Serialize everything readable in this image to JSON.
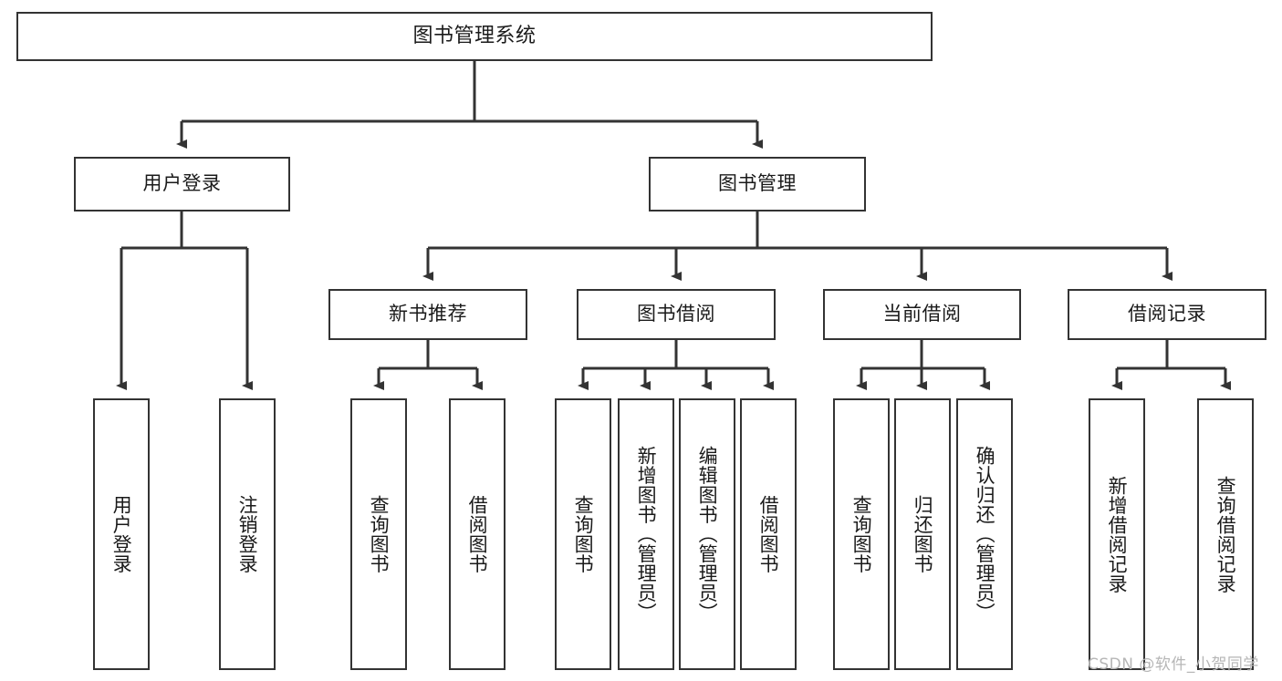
{
  "diagram": {
    "type": "tree",
    "title": "图书管理系统",
    "colors": {
      "stroke": "#333333",
      "fill": "#ffffff",
      "text": "#1a1a1a",
      "watermark": "#b6b6b6"
    },
    "nodes": {
      "root": {
        "label": "图书管理系统"
      },
      "level2": [
        {
          "id": "user-login",
          "label": "用户登录"
        },
        {
          "id": "book-manage",
          "label": "图书管理"
        }
      ],
      "level3": [
        {
          "id": "new-book-rec",
          "label": "新书推荐"
        },
        {
          "id": "book-borrow",
          "label": "图书借阅"
        },
        {
          "id": "current-borrow",
          "label": "当前借阅"
        },
        {
          "id": "borrow-record",
          "label": "借阅记录"
        }
      ],
      "leaves": [
        {
          "id": "leaf-user-login",
          "label": "用户登录",
          "parent": "user-login"
        },
        {
          "id": "leaf-user-logout",
          "label": "注销登录",
          "parent": "user-login"
        },
        {
          "id": "leaf-query-book-1",
          "label": "查询图书",
          "parent": "new-book-rec"
        },
        {
          "id": "leaf-borrow-book-1",
          "label": "借阅图书",
          "parent": "new-book-rec"
        },
        {
          "id": "leaf-query-book-2",
          "label": "查询图书",
          "parent": "book-borrow"
        },
        {
          "id": "leaf-add-book",
          "label": "新增图书（管理员）",
          "parent": "book-borrow"
        },
        {
          "id": "leaf-edit-book",
          "label": "编辑图书（管理员）",
          "parent": "book-borrow"
        },
        {
          "id": "leaf-borrow-book-2",
          "label": "借阅图书",
          "parent": "book-borrow"
        },
        {
          "id": "leaf-query-book-3",
          "label": "查询图书",
          "parent": "current-borrow"
        },
        {
          "id": "leaf-return-book",
          "label": "归还图书",
          "parent": "current-borrow"
        },
        {
          "id": "leaf-confirm-return",
          "label": "确认归还（管理员）",
          "parent": "current-borrow"
        },
        {
          "id": "leaf-add-record",
          "label": "新增借阅记录",
          "parent": "borrow-record"
        },
        {
          "id": "leaf-query-record",
          "label": "查询借阅记录",
          "parent": "borrow-record"
        }
      ]
    },
    "watermark": "CSDN @软件_小贺同学"
  }
}
